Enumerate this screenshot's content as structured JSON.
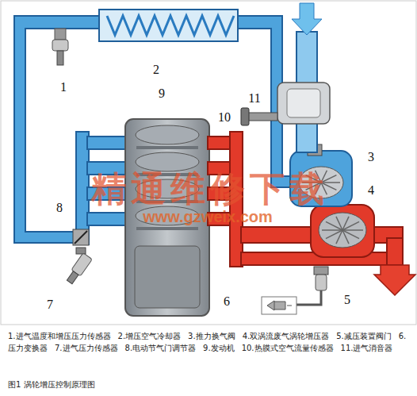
{
  "diagram": {
    "caption": "图1 涡轮增压控制原理图",
    "labels": [
      "1",
      "2",
      "3",
      "4",
      "5",
      "6",
      "7",
      "8",
      "9",
      "10",
      "11",
      "精通维修下载",
      "www.gzweix.com",
      "1.进气温度和增压压力传感器",
      "2.增压空气冷却器",
      "3.推力换气阀",
      "4.双涡流废气涡轮增压器",
      "5.减压装置阀门",
      "6.压力变换器",
      "7.进气压力传感器",
      "8.电动节气门调节器",
      "9.发动机",
      "10.热膜式空气流量传感器",
      "11.进气消音器"
    ]
  }
}
